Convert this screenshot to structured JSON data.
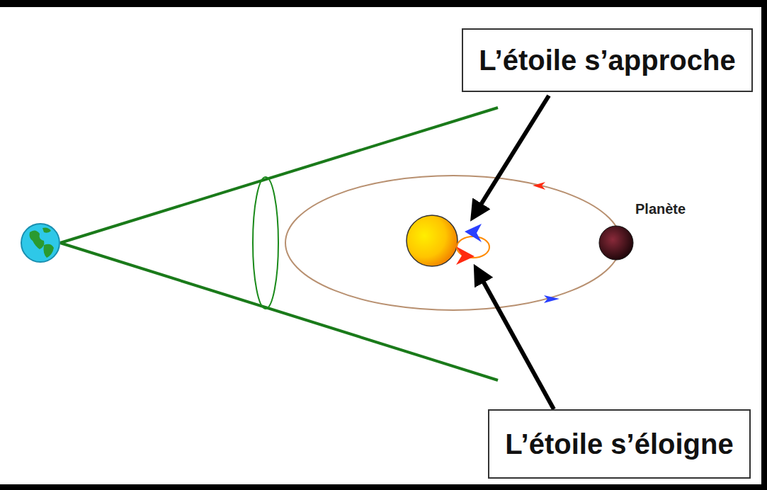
{
  "diagram": {
    "nodes": [
      {
        "text": [
          "L’étoile s’approche"
        ]
      },
      {
        "text": [
          "L’étoile s’éloigne"
        ]
      }
    ],
    "labels": [
      "Planète"
    ]
  }
}
